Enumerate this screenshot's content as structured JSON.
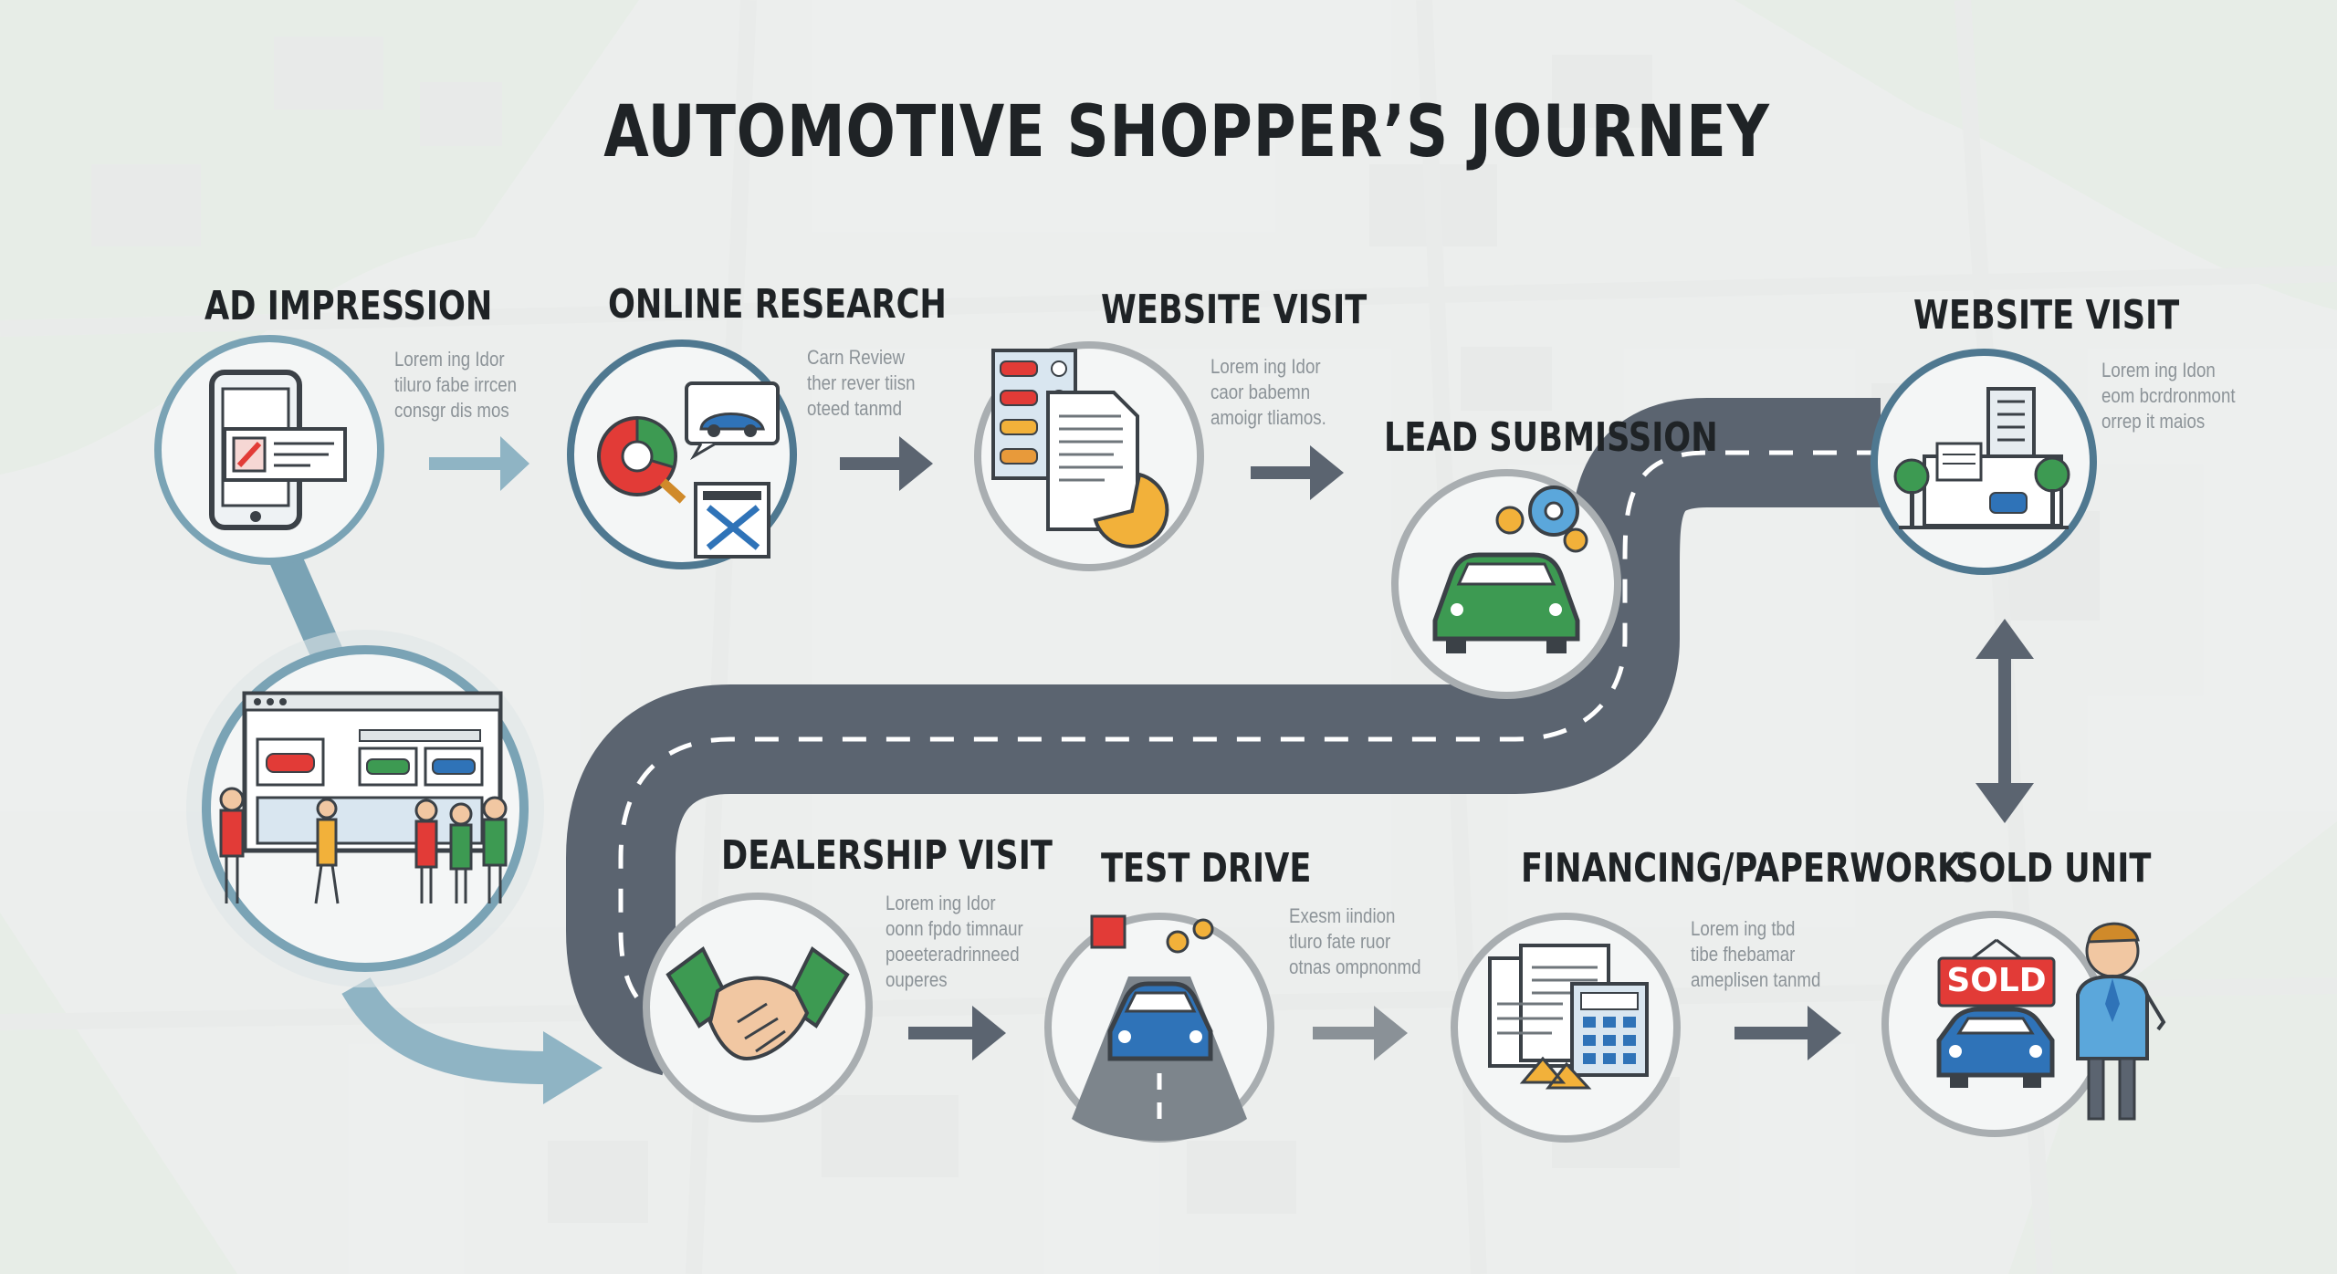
{
  "title": "AUTOMOTIVE SHOPPER’S JOURNEY",
  "stages": {
    "ad_impression": {
      "label": "AD IMPRESSION",
      "desc": "Lorem ing Idor\ntiluro fabe irrcen\nconsgr dis mos",
      "icon": "smartphone-ad-icon"
    },
    "online_research": {
      "label": "ONLINE RESEARCH",
      "desc": "Carn Review\nther rever tiisn\noteed tanmd",
      "icon": "research-chart-icon"
    },
    "website_visit_1": {
      "label": "WEBSITE VISIT",
      "desc": "Lorem ing Idor\ncaor babemn\namoigr tliamos.",
      "icon": "vehicle-listing-icon"
    },
    "lead_submission": {
      "label": "LEAD SUBMISSION",
      "icon": "car-location-icon"
    },
    "website_visit_2": {
      "label": "WEBSITE VISIT",
      "desc": "Lorem ing Idon\neom bcrdronmont\norrep it maios",
      "icon": "dealership-building-icon"
    },
    "showroom": {
      "icon": "showroom-browser-icon"
    },
    "dealership_visit": {
      "label": "DEALERSHIP VISIT",
      "desc": "Lorem ing Idor\noonn fpdo timnaur\npoeeteradrinneed\nouperes",
      "icon": "handshake-icon"
    },
    "test_drive": {
      "label": "TEST DRIVE",
      "desc": "Exesm iindion\ntluro fate ruor\notnas ompnonmd",
      "icon": "car-on-road-icon"
    },
    "financing": {
      "label": "FINANCING/PAPERWORK",
      "desc": "Lorem ing tbd\ntibe fhebamar\nameplisen tanmd",
      "icon": "calculator-documents-icon"
    },
    "sold_unit": {
      "label": "SOLD UNIT",
      "sold_sign": "SOLD",
      "icon": "sold-car-salesman-icon"
    }
  },
  "colors": {
    "road": "#5b6470",
    "road_dash": "#ffffff",
    "arrow_dark": "#5b6470",
    "arrow_light": "#8fb4c4",
    "ring_blue": "#7aa3b5",
    "ring_grey": "#a9aeb1",
    "text": "#1f2326",
    "sold_red": "#e23b37",
    "car_green": "#3d9a52",
    "car_blue": "#2f73b8"
  }
}
